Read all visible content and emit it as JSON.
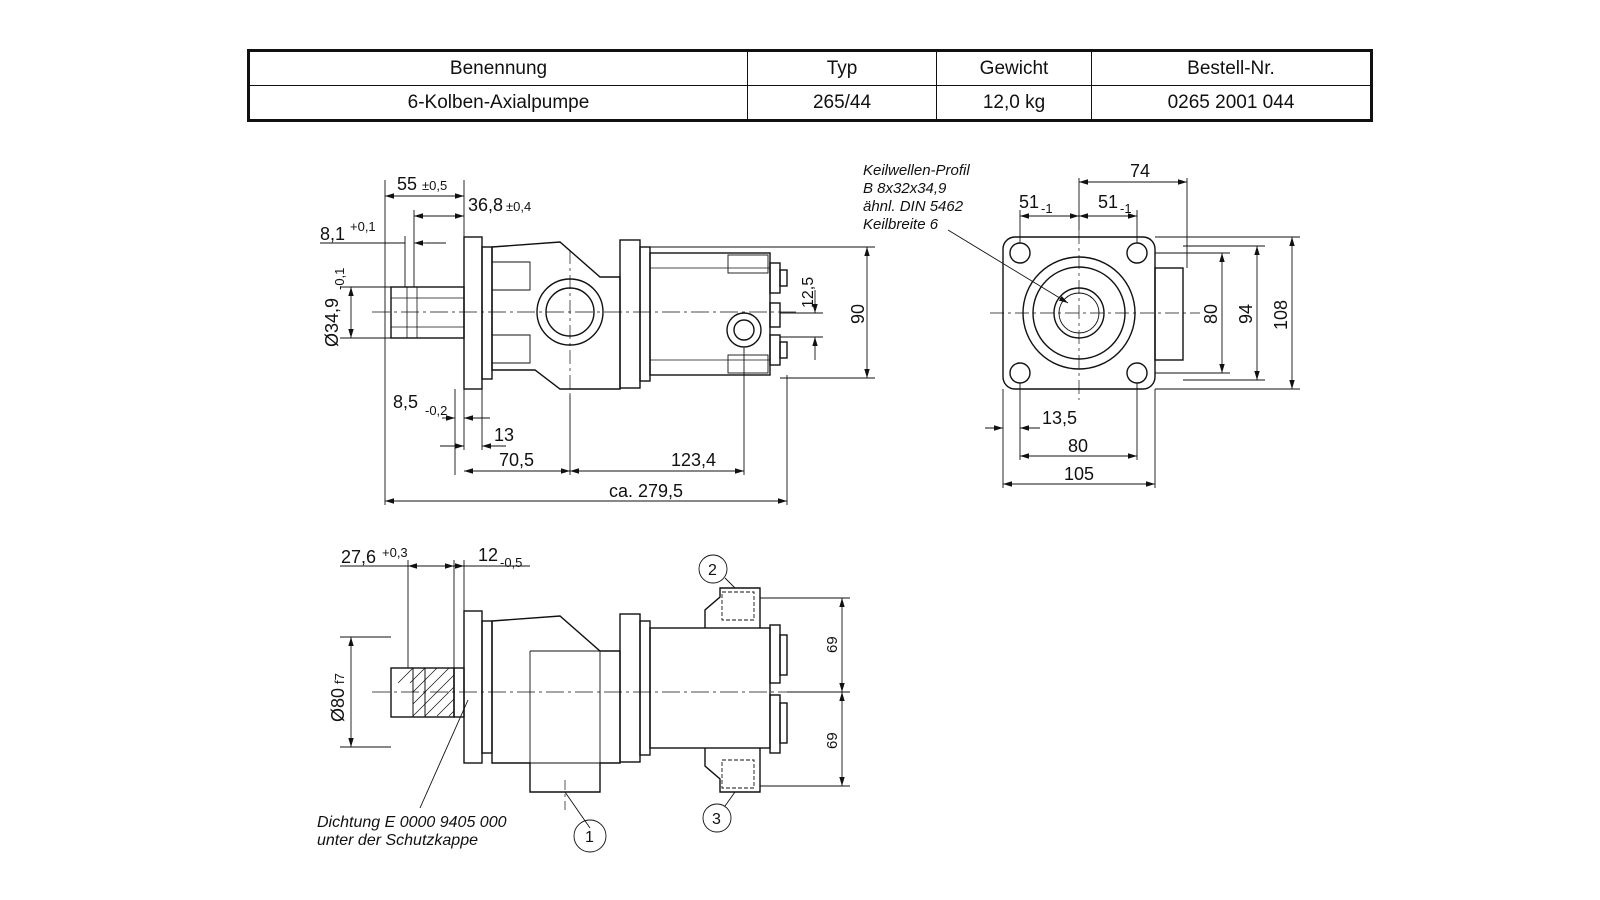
{
  "table": {
    "headers": [
      "Benennung",
      "Typ",
      "Gewicht",
      "Bestell-Nr."
    ],
    "row": [
      "6-Kolben-Axialpumpe",
      "265/44",
      "12,0 kg",
      "0265 2001 044"
    ]
  },
  "side_view": {
    "dim_55": "55",
    "dim_55_tol": "±0,5",
    "dim_36_8": "36,8",
    "dim_36_8_tol": "±0,4",
    "dim_8_1": "8,1",
    "dim_8_1_tol": "+0,1",
    "dim_d34_9": "Ø34,9",
    "dim_d34_9_tol": "-0,1",
    "dim_8_5": "8,5",
    "dim_8_5_tol": "-0,2",
    "dim_13": "13",
    "dim_70_5": "70,5",
    "dim_123_4": "123,4",
    "dim_total": "ca. 279,5",
    "dim_12_5": "12,5",
    "dim_90": "90"
  },
  "front_view": {
    "note_line1": "Keilwellen-Profil",
    "note_line2": "B 8x32x34,9",
    "note_line3": "ähnl. DIN 5462",
    "note_line4": "Keilbreite 6",
    "dim_74": "74",
    "dim_51a": "51",
    "dim_51a_tol": "-1",
    "dim_51b": "51",
    "dim_51b_tol": "-1",
    "dim_80v": "80",
    "dim_94": "94",
    "dim_108": "108",
    "dim_13_5": "13,5",
    "dim_80h": "80",
    "dim_105": "105"
  },
  "bottom_view": {
    "dim_27_6": "27,6",
    "dim_27_6_tol": "+0,3",
    "dim_12": "12",
    "dim_12_tol": "-0,5",
    "dim_d80": "Ø80",
    "dim_d80_tol": "f7",
    "dim_69a": "69",
    "dim_69b": "69",
    "callout_1": "1",
    "callout_2": "2",
    "callout_3": "3",
    "seal_line1": "Dichtung E 0000 9405 000",
    "seal_line2": "unter der Schutzkappe"
  }
}
